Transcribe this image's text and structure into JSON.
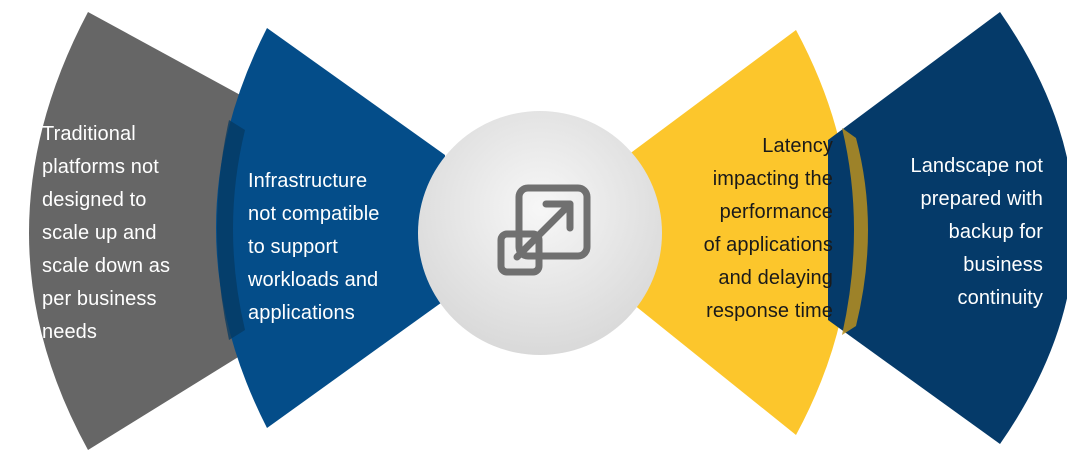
{
  "panels": [
    {
      "id": "panel-1",
      "lines": [
        "Traditional",
        "platforms not",
        "designed to",
        "scale up and",
        "scale down as",
        "per business",
        "needs"
      ],
      "color": "#666666",
      "text_color": "#ffffff"
    },
    {
      "id": "panel-2",
      "lines": [
        "Infrastructure",
        "not compatible",
        "to support",
        "workloads and",
        "applications"
      ],
      "color": "#044D89",
      "text_color": "#ffffff"
    },
    {
      "id": "panel-3",
      "lines": [
        "Latency",
        "impacting the",
        "performance",
        "of applications",
        "and delaying",
        "response time"
      ],
      "color": "#FCC62C",
      "text_color": "#1a1a1a"
    },
    {
      "id": "panel-4",
      "lines": [
        "Landscape not",
        "prepared with",
        "backup for",
        "business",
        "continuity"
      ],
      "color": "#053A69",
      "text_color": "#ffffff"
    }
  ],
  "center": {
    "icon": "scale-up-arrow-icon",
    "circle_color": "#e9e9e9",
    "icon_color": "#707070"
  }
}
